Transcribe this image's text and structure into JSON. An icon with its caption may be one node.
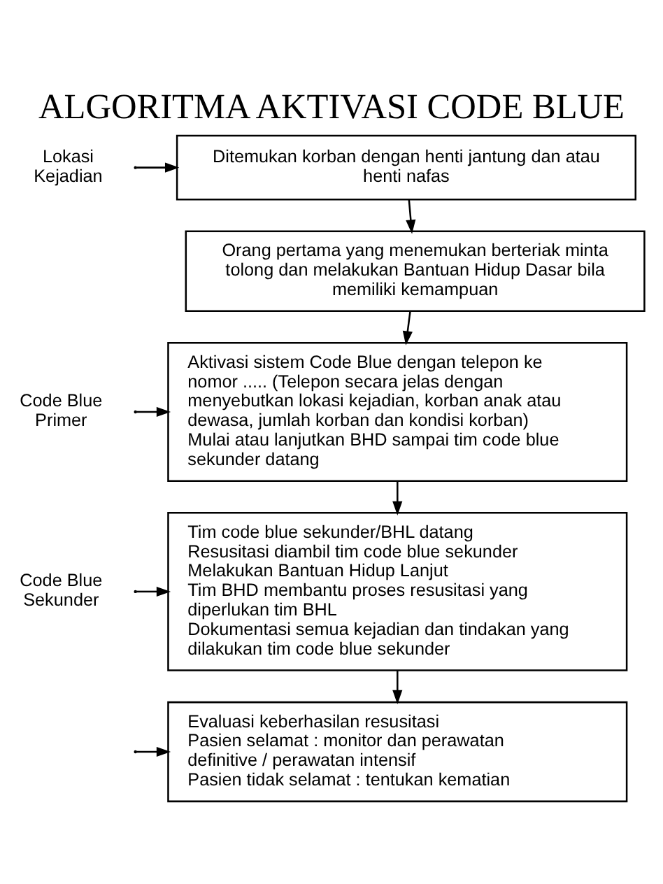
{
  "diagram": {
    "title": "ALGORITMA AKTIVASI CODE BLUE",
    "nodes": [
      {
        "text": [
          "Ditemukan korban dengan henti jantung dan atau henti nafas"
        ]
      },
      {
        "text": [
          "Orang pertama yang menemukan berteriak minta tolong dan melakukan Bantuan Hidup Dasar bila memiliki kemampuan"
        ]
      },
      {
        "text": [
          "Aktivasi sistem Code Blue dengan telepon ke nomor ..... (Telepon secara jelas dengan menyebutkan lokasi kejadian, korban anak atau dewasa, jumlah korban dan kondisi korban)",
          "Mulai atau lanjutkan BHD sampai tim code blue sekunder datang"
        ]
      },
      {
        "text": [
          "Tim code blue sekunder/BHL datang",
          "Resusitasi diambil tim code blue sekunder",
          "Melakukan Bantuan Hidup Lanjut",
          "Tim BHD membantu proses resusitasi yang diperlukan tim BHL",
          "Dokumentasi semua kejadian dan tindakan yang dilakukan tim code blue sekunder"
        ]
      },
      {
        "text": [
          "Evaluasi keberhasilan resusitasi",
          "Pasien selamat : monitor dan perawatan definitive / perawatan intensif",
          "Pasien tidak selamat : tentukan kematian"
        ]
      }
    ],
    "edges": [
      {
        "from": 0,
        "to": 1,
        "arrow": "to"
      },
      {
        "from": 1,
        "to": 2,
        "arrow": "to"
      },
      {
        "from": 2,
        "to": 3,
        "arrow": "to"
      },
      {
        "from": 3,
        "to": 4,
        "arrow": "to"
      },
      {
        "from": null,
        "to": 0,
        "arrow": "to"
      },
      {
        "from": null,
        "to": 2,
        "arrow": "to"
      },
      {
        "from": null,
        "to": 3,
        "arrow": "to"
      },
      {
        "from": null,
        "to": 4,
        "arrow": "to"
      }
    ],
    "labels": [
      "Lokasi Kejadian",
      "Code Blue Primer",
      "Code Blue Sekunder"
    ]
  }
}
